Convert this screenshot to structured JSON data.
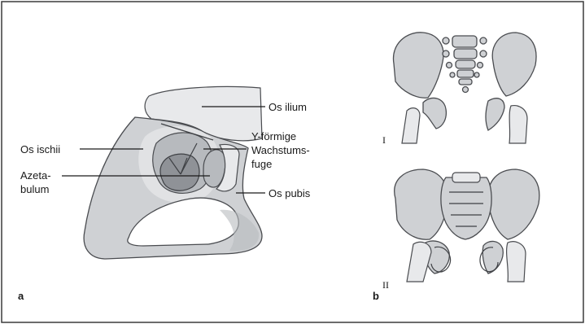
{
  "panels": {
    "a": "a",
    "b": "b"
  },
  "labels": {
    "os_ilium": "Os ilium",
    "os_ischii": "Os ischii",
    "y_line1": "Y-förmige",
    "y_line2": "Wachstums-",
    "y_line3": "fuge",
    "azeta_line1": "Azeta-",
    "azeta_line2": "bulum",
    "os_pubis": "Os pubis"
  },
  "stages": {
    "first": "I",
    "second": "II"
  },
  "colors": {
    "frame": "#3a3a3a",
    "bone": "#cfd1d4",
    "bone_dark": "#8f9297",
    "text": "#1a1a1a"
  }
}
